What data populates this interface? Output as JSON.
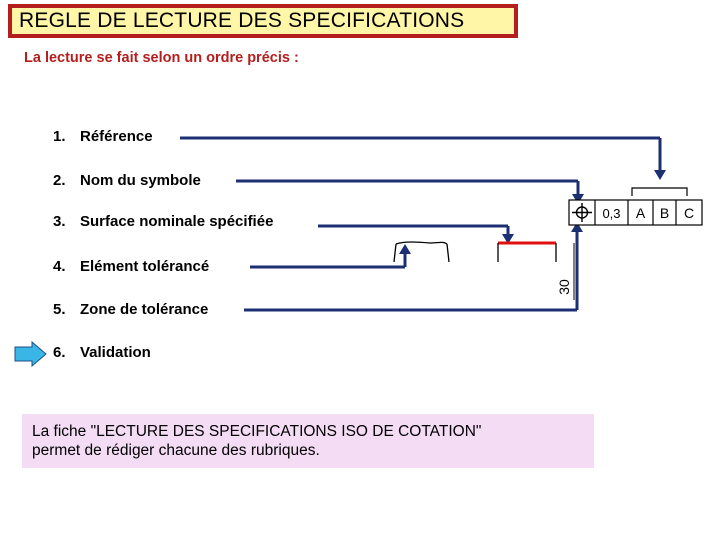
{
  "title": "REGLE DE LECTURE DES SPECIFICATIONS",
  "subtitle": "La lecture se fait selon un ordre précis :",
  "steps": [
    {
      "num": "1.",
      "label": "Référence"
    },
    {
      "num": "2.",
      "label": "Nom du symbole"
    },
    {
      "num": "3.",
      "label": "Surface nominale spécifiée"
    },
    {
      "num": "4.",
      "label": "Elément tolérancé"
    },
    {
      "num": "5.",
      "label": "Zone de tolérance"
    },
    {
      "num": "6.",
      "label": "Validation"
    }
  ],
  "frame": {
    "tolerance": "0,3",
    "datums": [
      "A",
      "B",
      "C"
    ],
    "symbol_icon": "position-icon",
    "dimension": "30"
  },
  "note": {
    "line1": "La fiche \"LECTURE DES SPECIFICATIONS ISO DE COTATION\"",
    "line2": "permet de rédiger chacune des rubriques."
  },
  "colors": {
    "title_border": "#b41e1e",
    "title_bg": "#fff6a8",
    "subtitle": "#b41e1e",
    "line": "#1c2f73",
    "surface": "#e01010",
    "note_bg": "#f4dcf4",
    "arrow": "#39b6e6"
  }
}
